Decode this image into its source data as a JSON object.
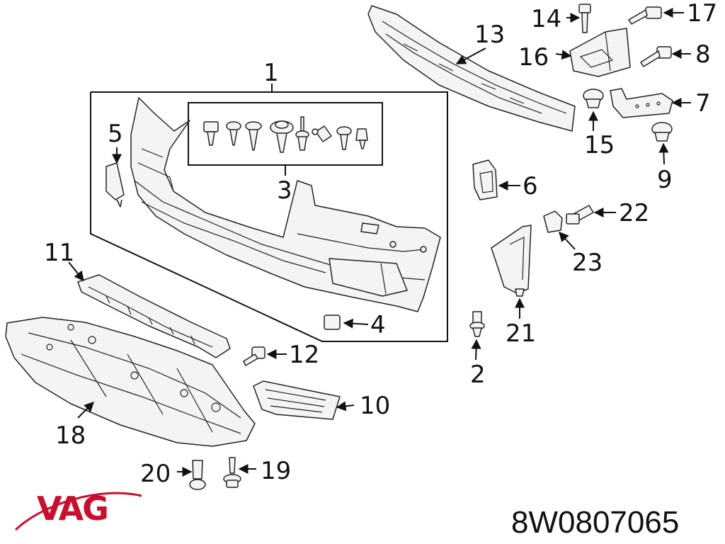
{
  "labels": {
    "l1": "1",
    "l2": "2",
    "l3": "3",
    "l4": "4",
    "l5": "5",
    "l6": "6",
    "l7": "7",
    "l8": "8",
    "l9": "9",
    "l10": "10",
    "l11": "11",
    "l12": "12",
    "l13": "13",
    "l14": "14",
    "l15": "15",
    "l16": "16",
    "l17": "17",
    "l18": "18",
    "l19": "19",
    "l20": "20",
    "l21": "21",
    "l22": "22",
    "l23": "23"
  },
  "logo": {
    "text": "VAG",
    "color": "#c8102e"
  },
  "part_number": "8W0807065"
}
